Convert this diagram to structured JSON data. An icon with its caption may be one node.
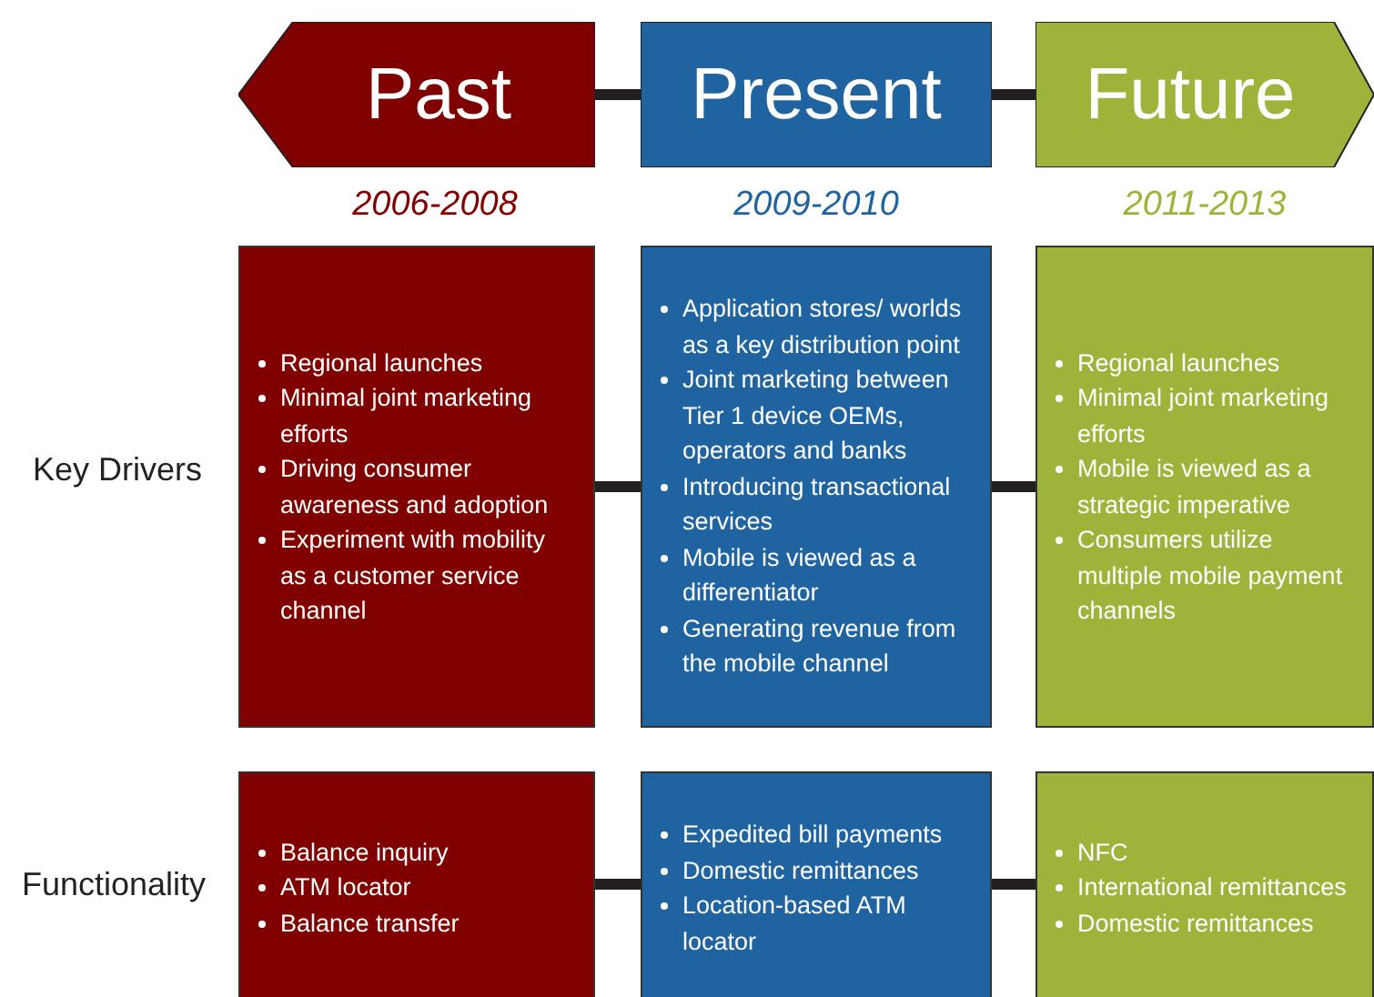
{
  "diagram": {
    "nodes": [
      {
        "text": [
          "Past"
        ],
        "beside": [
          "2006-2008"
        ]
      },
      {
        "text": [
          "Present"
        ],
        "beside": [
          "2009-2010"
        ]
      },
      {
        "text": [
          "Future"
        ],
        "beside": [
          "2011-2013"
        ]
      },
      {
        "text": [
          "Regional launches",
          "Minimal joint marketing efforts",
          "Driving consumer awareness and adoption",
          "Experiment with mobility as a customer service channel"
        ]
      },
      {
        "text": [
          "Application stores/ worlds as a key distribution point",
          "Joint marketing between Tier 1 device OEMs, operators and banks",
          "Introducing transactional services",
          "Mobile is viewed as a differentiator",
          "Generating revenue from the mobile channel"
        ]
      },
      {
        "text": [
          "Regional launches",
          "Minimal joint marketing efforts",
          "Mobile is viewed as a strategic imperative",
          "Consumers utilize multiple mobile payment channels"
        ]
      },
      {
        "text": [
          "Balance inquiry",
          "ATM locator",
          "Balance transfer"
        ]
      },
      {
        "text": [
          "Expedited bill payments",
          "Domestic remittances",
          "Location-based ATM locator"
        ]
      },
      {
        "text": [
          "NFC",
          "International remittances",
          "Domestic remittances"
        ]
      }
    ],
    "edges": [
      {
        "from": 0,
        "to": 1,
        "arrow": "none"
      },
      {
        "from": 1,
        "to": 2,
        "arrow": "none"
      },
      {
        "from": 3,
        "to": 4,
        "arrow": "none"
      },
      {
        "from": 4,
        "to": 5,
        "arrow": "none"
      },
      {
        "from": 6,
        "to": 7,
        "arrow": "none"
      },
      {
        "from": 7,
        "to": 8,
        "arrow": "none"
      }
    ],
    "labels": [
      "Key Drivers",
      "Functionality"
    ]
  }
}
